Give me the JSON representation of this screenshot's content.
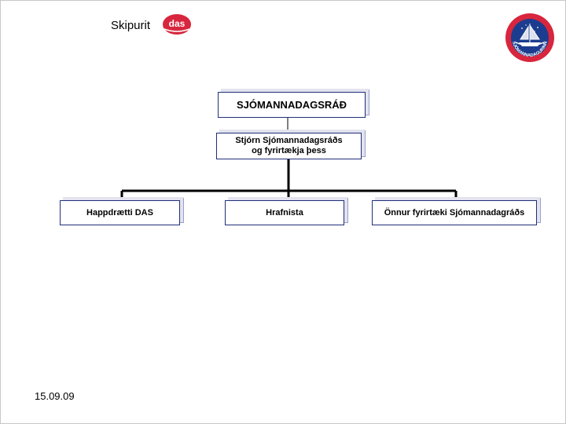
{
  "header": {
    "title": "Skipurit",
    "logo_text": "das"
  },
  "org_chart": {
    "top": {
      "label": "SJÓMANNADAGSRÁÐ"
    },
    "board": {
      "line1": "Stjórn Sjómannadagsráðs",
      "line2": "og fyrirtækja þess"
    },
    "children": [
      {
        "label": "Happdrætti DAS"
      },
      {
        "label": "Hrafnista"
      },
      {
        "label": "Önnur fyrirtæki Sjómannadagráðs"
      }
    ]
  },
  "seal_text": "SJÓMANNADAGURINN",
  "footer": {
    "date": "15.09.09"
  },
  "colors": {
    "box_border": "#1f2f7a",
    "logo_red": "#d7263d",
    "seal_red": "#d7263d",
    "seal_blue": "#1c3d8f"
  }
}
